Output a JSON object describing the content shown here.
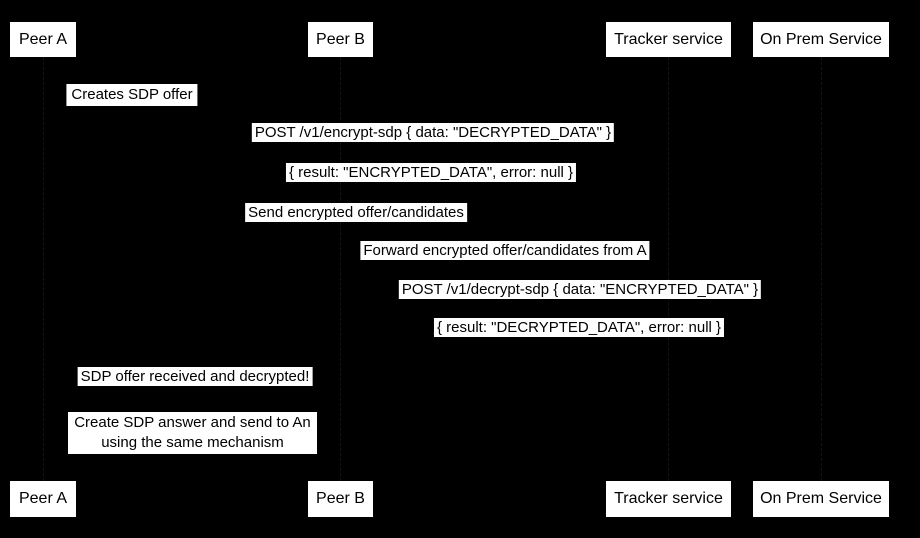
{
  "colors": {
    "background": "#000000",
    "label_background": "#ffffff",
    "label_text": "#000000"
  },
  "participants": [
    {
      "label": "Peer A"
    },
    {
      "label": "Peer B"
    },
    {
      "label": "Tracker service"
    },
    {
      "label": "On Prem Service"
    }
  ],
  "notes": {
    "creates_offer": "Creates SDP offer",
    "answer_line1": "Create SDP answer and send to An",
    "answer_line2": "using the same mechanism"
  },
  "messages": [
    {
      "text": "POST /v1/encrypt-sdp { data: \"DECRYPTED_DATA\" }"
    },
    {
      "text": "{ result: \"ENCRYPTED_DATA\", error: null }"
    },
    {
      "text": "Send encrypted offer/candidates"
    },
    {
      "text": "Forward encrypted offer/candidates from A"
    },
    {
      "text": "POST /v1/decrypt-sdp { data: \"ENCRYPTED_DATA\" }"
    },
    {
      "text": "{ result: \"DECRYPTED_DATA\", error: null }"
    },
    {
      "text": "SDP offer received and decrypted!"
    }
  ]
}
